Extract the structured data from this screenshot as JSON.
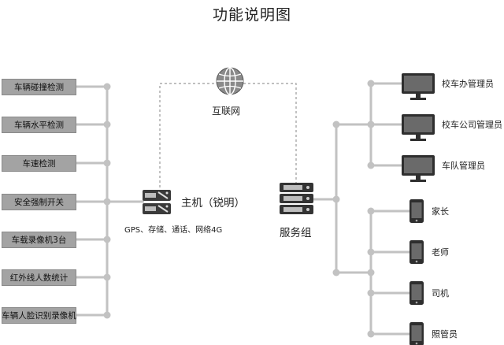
{
  "title": "功能说明图",
  "left_items": [
    "车辆碰撞检测",
    "车辆水平检测",
    "车速检测",
    "安全强制开关",
    "车载录像机3台",
    "红外线人数统计",
    "车辆人脸识别录像机"
  ],
  "host": {
    "label": "主机（锐明）",
    "subtitle": "GPS、存储、通话、网络4G"
  },
  "internet": {
    "label": "互联网"
  },
  "server": {
    "label": "服务组"
  },
  "monitors": [
    "校车办管理员",
    "校车公司管理员",
    "车队管理员"
  ],
  "phones": [
    "家长",
    "老师",
    "司机",
    "照管员"
  ],
  "colors": {
    "line": "#c2c2c2",
    "box": "#a3a3a3",
    "dashed": "#9a9a9a"
  }
}
